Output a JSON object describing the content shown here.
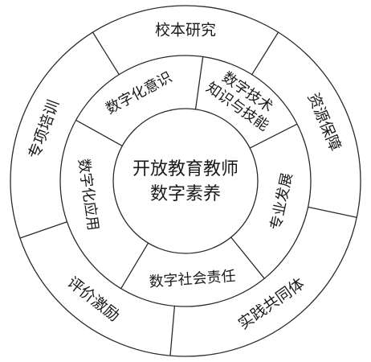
{
  "center": {
    "lines": [
      "开放教育教师",
      "数字素养"
    ]
  },
  "inner_ring": {
    "segments": [
      {
        "id": "awareness",
        "lines": [
          "数字化意识"
        ]
      },
      {
        "id": "knowledge",
        "lines": [
          "数字技术",
          "知识与技能"
        ]
      },
      {
        "id": "development",
        "lines": [
          "专业发展"
        ]
      },
      {
        "id": "responsibility",
        "lines": [
          "数字社会责任"
        ]
      },
      {
        "id": "application",
        "lines": [
          "数字化应用"
        ]
      }
    ]
  },
  "outer_ring": {
    "segments": [
      {
        "id": "school-research",
        "lines": [
          "校本研究"
        ]
      },
      {
        "id": "resources",
        "lines": [
          "资源保障"
        ]
      },
      {
        "id": "community",
        "lines": [
          "实践共同体"
        ]
      },
      {
        "id": "evaluation",
        "lines": [
          "评价激励"
        ]
      },
      {
        "id": "training",
        "lines": [
          "专项培训"
        ]
      }
    ]
  },
  "colors": {
    "line": "#2a2a2a",
    "text": "#1a1a1a",
    "background": "#ffffff"
  }
}
